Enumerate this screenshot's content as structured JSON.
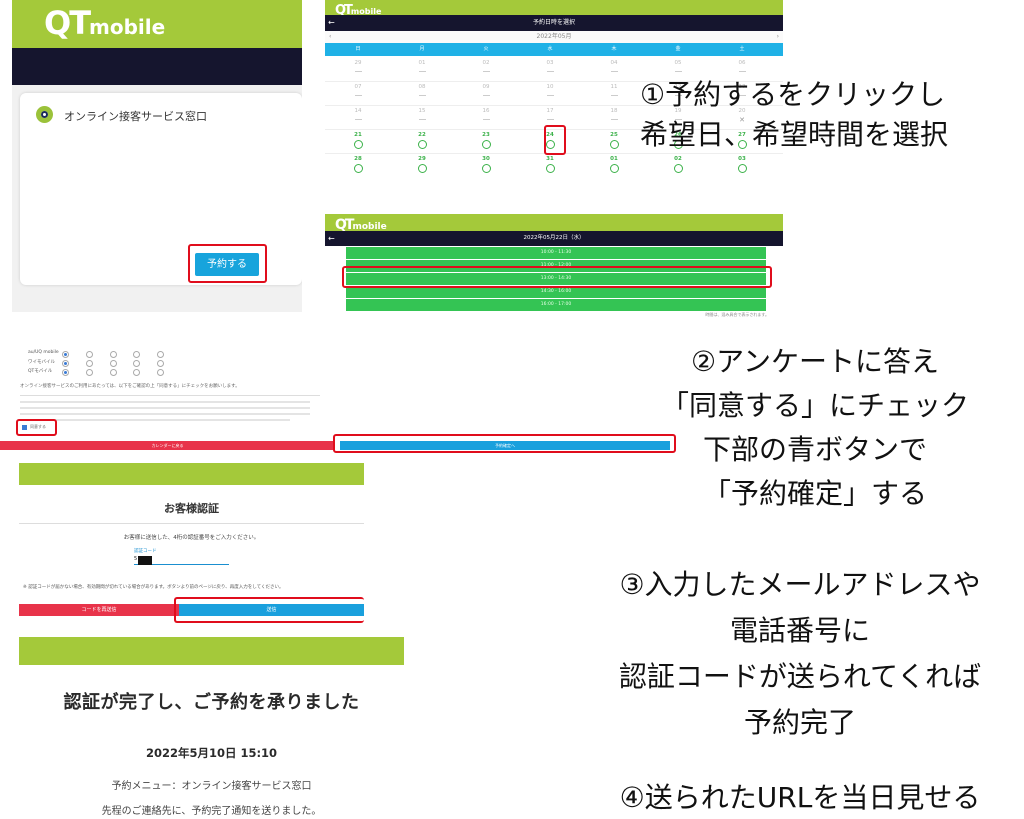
{
  "brand": {
    "logo_main": "QT",
    "logo_sub": "mobile"
  },
  "landing": {
    "service_title": "オンライン接客サービス窓口",
    "reserve_button": "予約する"
  },
  "calendar": {
    "title": "予約日時を選択",
    "month": "2022年05月",
    "prev": "‹",
    "next": "›",
    "weekdays": [
      "日",
      "月",
      "火",
      "水",
      "木",
      "金",
      "土"
    ],
    "weeks": [
      [
        {
          "d": "29",
          "s": "past"
        },
        {
          "d": "01",
          "s": "past"
        },
        {
          "d": "02",
          "s": "past"
        },
        {
          "d": "03",
          "s": "past"
        },
        {
          "d": "04",
          "s": "past"
        },
        {
          "d": "05",
          "s": "past"
        },
        {
          "d": "06",
          "s": "past"
        }
      ],
      [
        {
          "d": "07",
          "s": "past"
        },
        {
          "d": "08",
          "s": "past"
        },
        {
          "d": "09",
          "s": "past"
        },
        {
          "d": "10",
          "s": "past"
        },
        {
          "d": "11",
          "s": "past"
        },
        {
          "d": "12",
          "s": "past"
        },
        {
          "d": "13",
          "s": "past"
        }
      ],
      [
        {
          "d": "14",
          "s": "past"
        },
        {
          "d": "15",
          "s": "past"
        },
        {
          "d": "16",
          "s": "past"
        },
        {
          "d": "17",
          "s": "past"
        },
        {
          "d": "18",
          "s": "past"
        },
        {
          "d": "19",
          "s": "past"
        },
        {
          "d": "20",
          "s": "x"
        }
      ],
      [
        {
          "d": "21",
          "s": "avail"
        },
        {
          "d": "22",
          "s": "avail"
        },
        {
          "d": "23",
          "s": "avail"
        },
        {
          "d": "24",
          "s": "avail"
        },
        {
          "d": "25",
          "s": "avail"
        },
        {
          "d": "26",
          "s": "avail"
        },
        {
          "d": "27",
          "s": "avail"
        }
      ],
      [
        {
          "d": "28",
          "s": "avail"
        },
        {
          "d": "29",
          "s": "avail"
        },
        {
          "d": "30",
          "s": "avail"
        },
        {
          "d": "31",
          "s": "avail"
        },
        {
          "d": "01",
          "s": "avail"
        },
        {
          "d": "02",
          "s": "avail"
        },
        {
          "d": "03",
          "s": "avail"
        }
      ]
    ],
    "selected_day": "24"
  },
  "timeslots": {
    "date_title": "2022年05月22日（水）",
    "slots": [
      "10:00 - 11:30",
      "11:00 - 12:00",
      "13:00 - 14:30",
      "14:30 - 16:00",
      "16:00 - 17:00"
    ],
    "note": "時間は、混み具合で表示されます。"
  },
  "survey": {
    "rows": [
      "au/UQ mobile",
      "ワイモバイル",
      "QTモバイル"
    ],
    "consent_text": "オンライン接客サービスのご利用にあたっては、以下をご確認の上「同意する」にチェックをお願いします。",
    "agree_label": "同意する",
    "left_button": "カレンダーに戻る",
    "right_button": "予約確定へ"
  },
  "auth": {
    "title": "お客様認証",
    "message": "お客様に送信した、4桁の認証番号をご入力ください。",
    "code_label": "認証コード",
    "code_prefix": "5",
    "note": "※ 認証コードが届かない場合、有効期間が切れている場合があります。ボタンより前のページに戻り、再度入力をしてください。",
    "resend_button": "コードを再送信",
    "submit_button": "送信"
  },
  "complete": {
    "title": "認証が完了し、ご予約を承りました",
    "datetime": "2022年5月10日 15:10",
    "menu": "予約メニュー：オンライン接客サービス窓口",
    "note": "先程のご連絡先に、予約完了通知を送りました。"
  },
  "instructions": {
    "step1": [
      "①予約するをクリックし",
      "希望日、希望時間を選択"
    ],
    "step2": [
      "②アンケートに答え",
      "「同意する」にチェック",
      "下部の青ボタンで",
      "「予約確定」する"
    ],
    "step3": [
      "③入力したメールアドレスや",
      "電話番号に",
      "認証コードが送られてくれば",
      "予約完了"
    ],
    "step4": [
      "④送られたURLを当日見せる"
    ]
  },
  "colors": {
    "brand_green": "#a4c93a",
    "navy": "#15152e",
    "accent_blue": "#1aa0dd",
    "highlight_red": "#e00d1c",
    "slot_green": "#34c454"
  }
}
